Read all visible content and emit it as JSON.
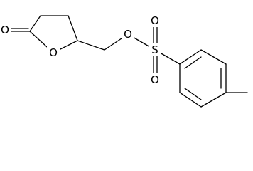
{
  "atoms": {
    "carbonyl_oxygen": "O",
    "ring_oxygen": "O",
    "ester_oxygen": "O",
    "sulfur": "S",
    "sulfonyl_oxygen_top": "O",
    "sulfonyl_oxygen_bottom": "O"
  },
  "colors": {
    "bond": "#000000",
    "text": "#000000",
    "background": "#ffffff"
  }
}
